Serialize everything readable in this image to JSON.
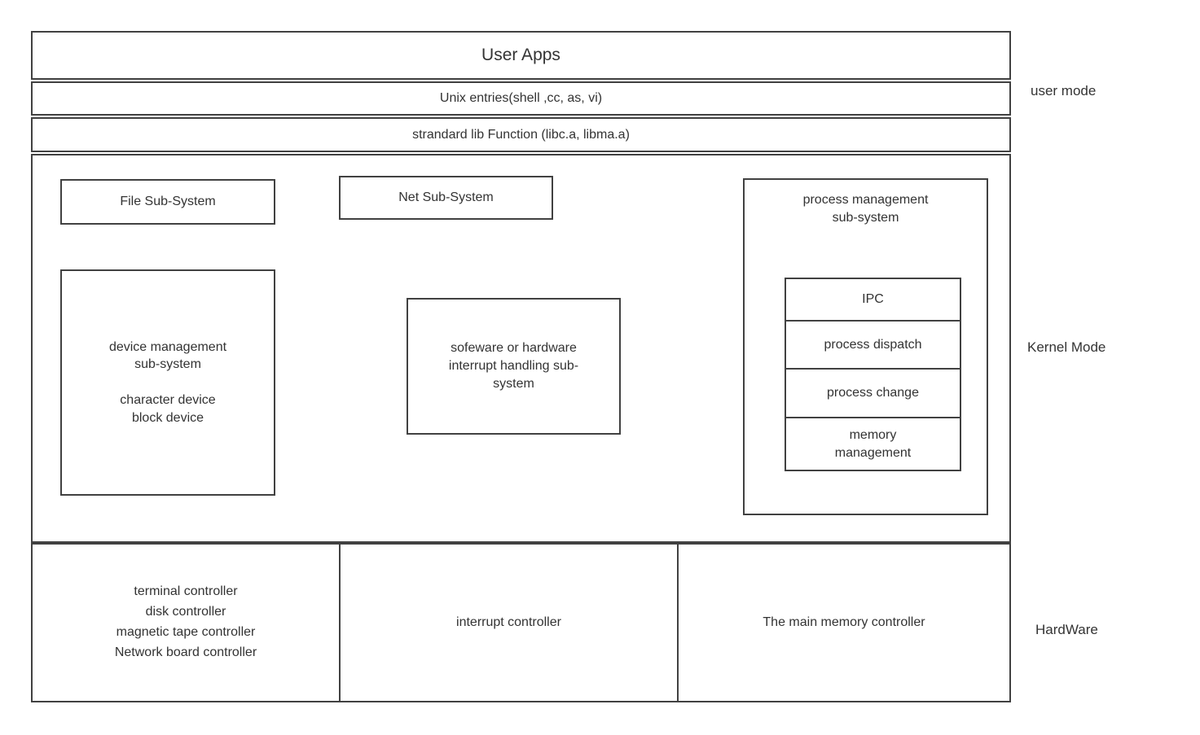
{
  "diagram": {
    "title": "Unix/Linux system architecture layered diagram",
    "line_color": "#414141",
    "text_color": "#333333",
    "background": "#ffffff"
  },
  "user_mode": {
    "label": "user mode",
    "bands": [
      {
        "id": "user-apps",
        "label": "User Apps"
      },
      {
        "id": "unix-entries",
        "label": "Unix entries(shell ,cc, as, vi)"
      },
      {
        "id": "standard-lib",
        "label": "strandard lib Function (libc.a, libma.a)"
      }
    ]
  },
  "kernel_mode": {
    "label": "Kernel Mode",
    "boxes": {
      "file_subsystem": "File Sub-System",
      "net_subsystem": "Net Sub-System",
      "device_management": "device management\nsub-system\n\ncharacter device\nblock device",
      "interrupt_handling": "sofeware or hardware\ninterrupt handling sub-\nsystem",
      "process_management": "process management\nsub-system"
    },
    "process_management_items": [
      {
        "id": "ipc",
        "label": "IPC"
      },
      {
        "id": "process-dispatch",
        "label": "process dispatch"
      },
      {
        "id": "process-change",
        "label": "process change"
      },
      {
        "id": "memory-management",
        "label": "memory\nmanagement"
      }
    ]
  },
  "hardware": {
    "label": "HardWare",
    "cells": [
      {
        "id": "io-controllers",
        "label": "terminal controller\ndisk controller\nmagnetic tape controller\nNetwork board controller"
      },
      {
        "id": "interrupt-controller",
        "label": "interrupt controller"
      },
      {
        "id": "main-memory-controller",
        "label": "The main memory controller"
      }
    ]
  }
}
